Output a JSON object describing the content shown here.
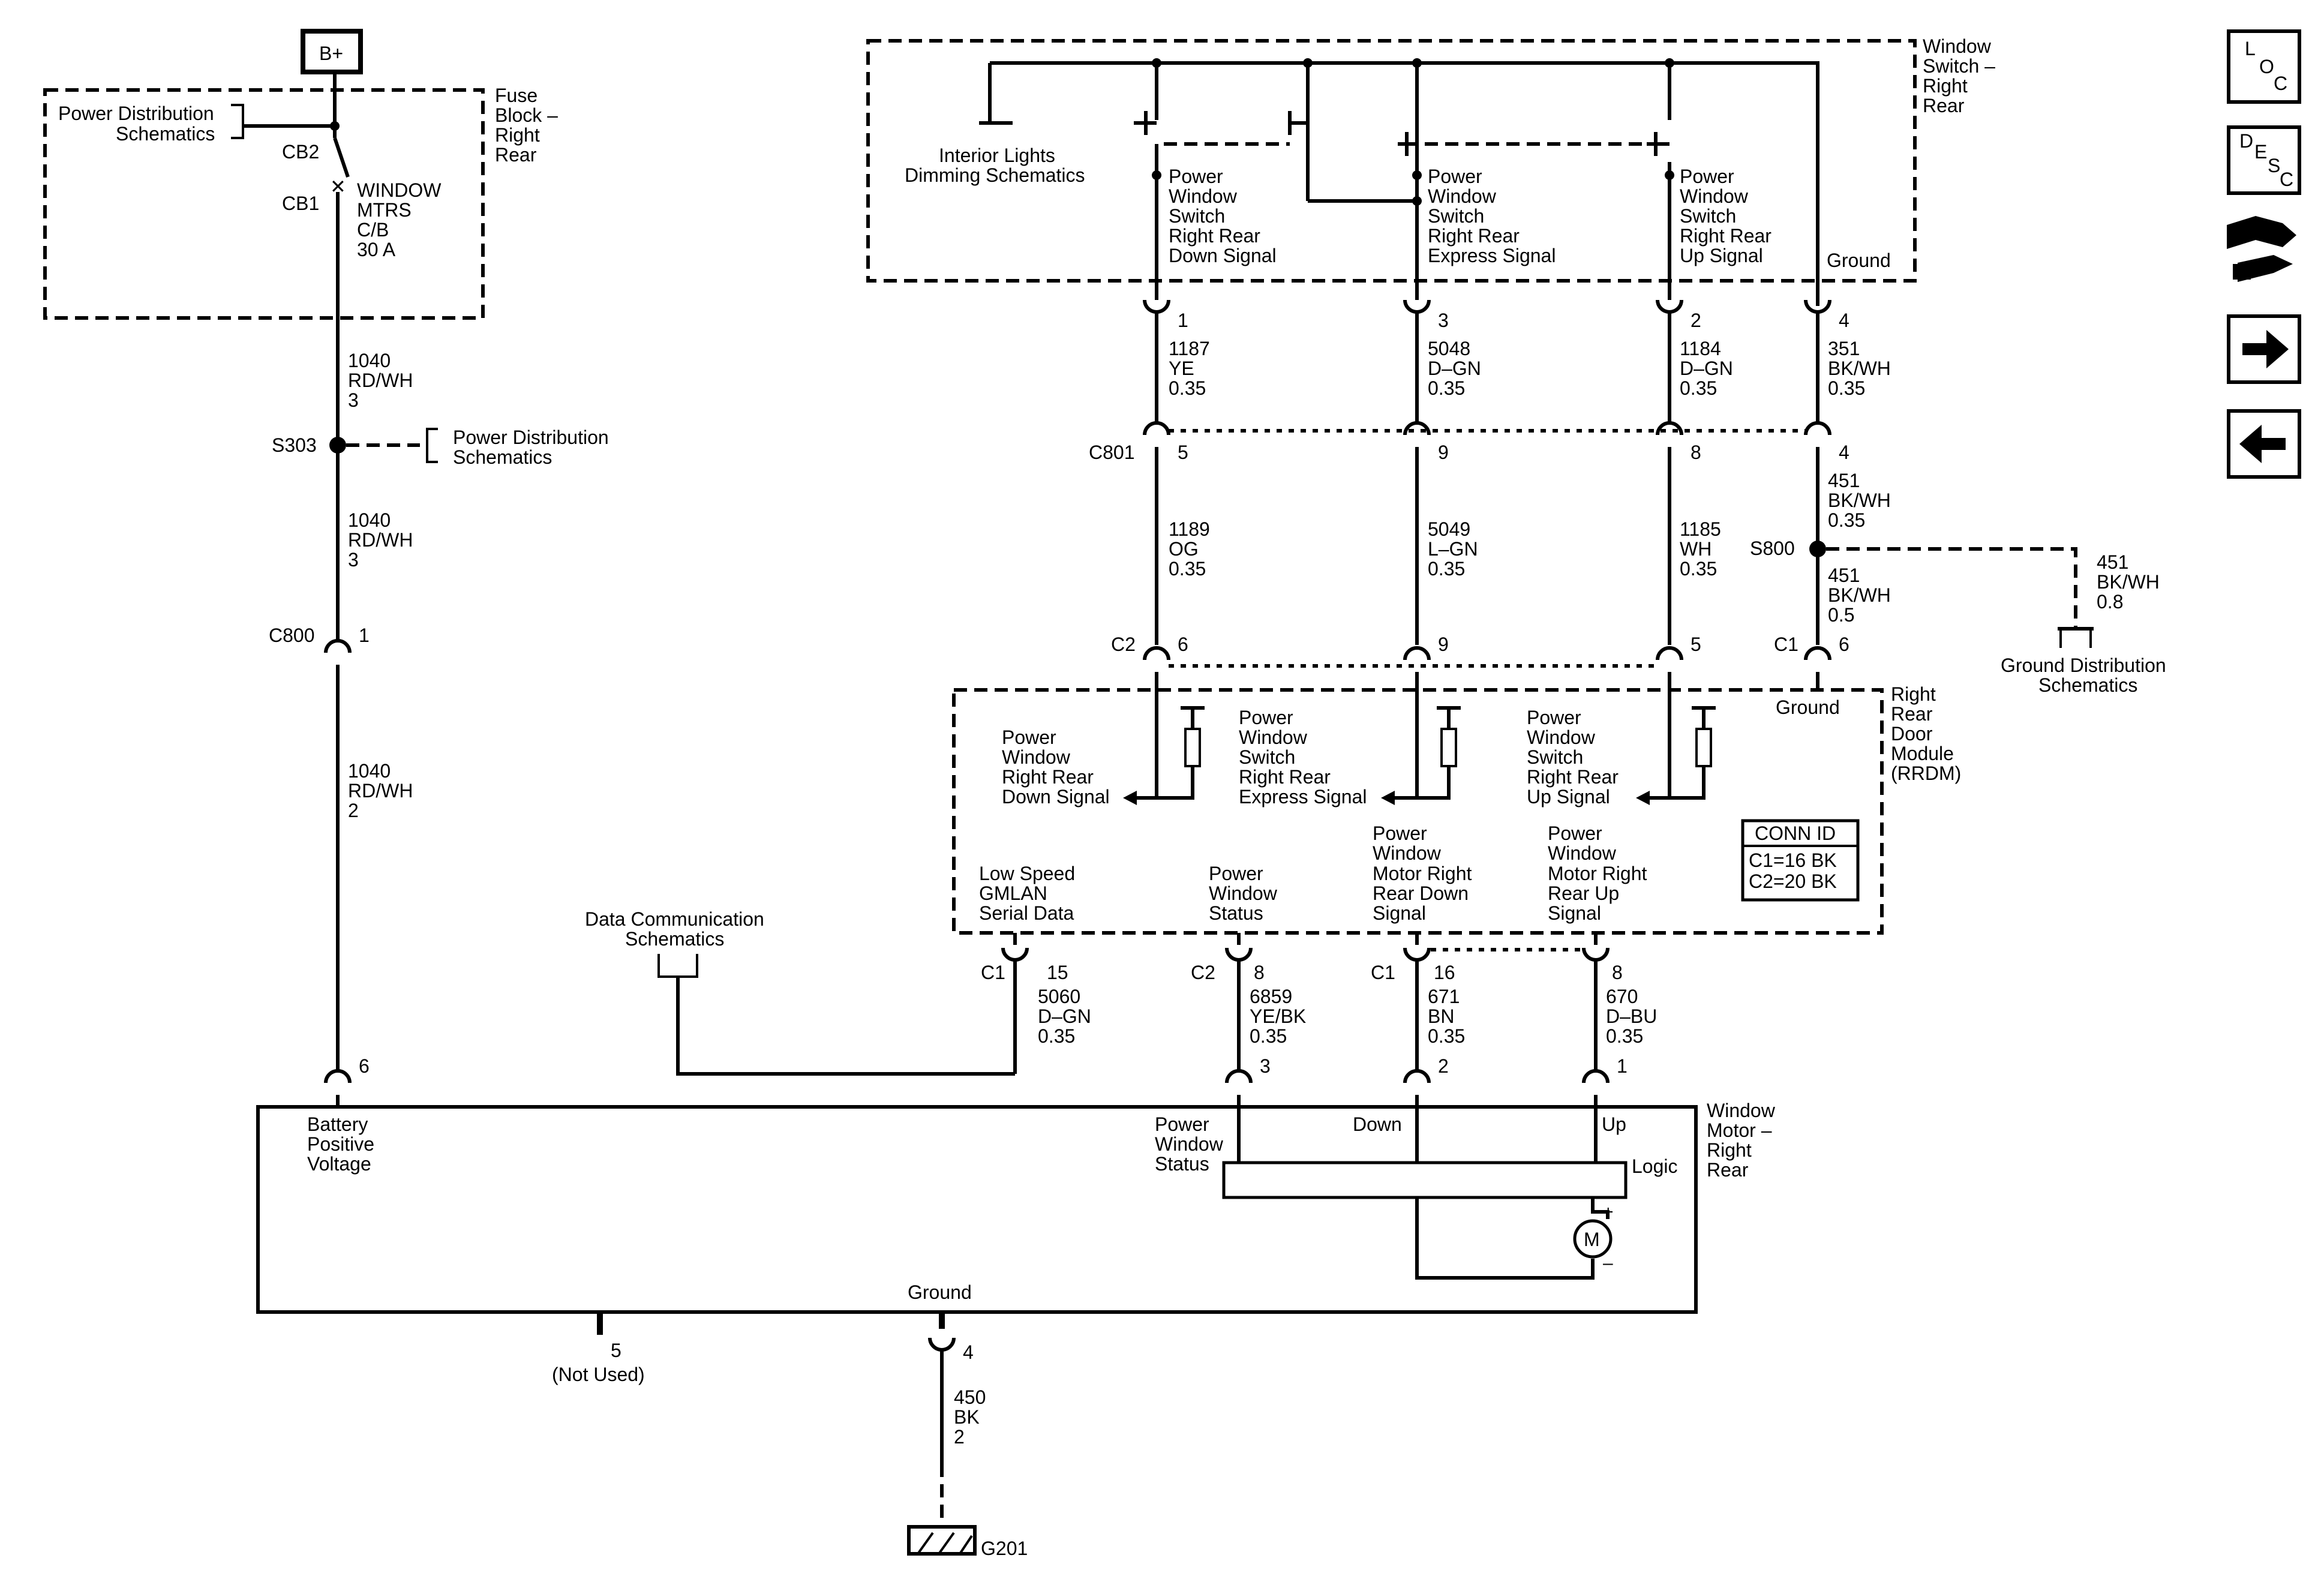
{
  "nav": {
    "loc": [
      "L",
      "O",
      "C"
    ],
    "desc": [
      "D",
      "E",
      "S",
      "C"
    ],
    "icons": [
      "loc-icon",
      "desc-icon",
      "repair-tool-icon",
      "arrow-right-icon",
      "arrow-left-icon"
    ]
  },
  "power": {
    "battery": "B+",
    "power_dist_1": [
      "Power Distribution",
      "Schematics"
    ],
    "cb2": "CB2",
    "cb1": "CB1",
    "fuse_block": [
      "Fuse",
      "Block –",
      "Right",
      "Rear"
    ],
    "breaker": [
      "WINDOW",
      "MTRS",
      "C/B",
      "30 A"
    ],
    "w1": [
      "1040",
      "RD/WH",
      "3"
    ],
    "s303": "S303",
    "power_dist_2": [
      "Power Distribution",
      "Schematics"
    ],
    "w2": [
      "1040",
      "RD/WH",
      "3"
    ],
    "c800": "C800",
    "c800_pin": "1",
    "w3": [
      "1040",
      "RD/WH",
      "2"
    ],
    "motor_pin": "6"
  },
  "switch": {
    "title": [
      "Window",
      "Switch –",
      "Right",
      "Rear"
    ],
    "interior": [
      "Interior Lights",
      "Dimming Schematics"
    ],
    "down": [
      "Power",
      "Window",
      "Switch",
      "Right Rear",
      "Down Signal"
    ],
    "express": [
      "Power",
      "Window",
      "Switch",
      "Right Rear",
      "Express Signal"
    ],
    "up": [
      "Power",
      "Window",
      "Switch",
      "Right Rear",
      "Up Signal"
    ],
    "ground": "Ground",
    "pins": [
      "1",
      "3",
      "2",
      "4"
    ]
  },
  "upper_wires": [
    [
      "1187",
      "YE",
      "0.35"
    ],
    [
      "5048",
      "D–GN",
      "0.35"
    ],
    [
      "1184",
      "D–GN",
      "0.35"
    ],
    [
      "351",
      "BK/WH",
      "0.35"
    ]
  ],
  "c801": {
    "label": "C801",
    "pins": [
      "5",
      "9",
      "8",
      "4"
    ]
  },
  "mid_wires": [
    [
      "1189",
      "OG",
      "0.35"
    ],
    [
      "5049",
      "L–GN",
      "0.35"
    ],
    [
      "1185",
      "WH",
      "0.35"
    ],
    [
      "451",
      "BK/WH",
      "0.35"
    ]
  ],
  "s800": {
    "label": "S800",
    "branch_wire": [
      "451",
      "BK/WH",
      "0.8"
    ],
    "ground_dist": [
      "Ground Distribution",
      "Schematics"
    ],
    "lower_wire": [
      "451",
      "BK/WH",
      "0.5"
    ]
  },
  "rrdm": {
    "c2": "C2",
    "c2_pins": [
      "6",
      "9",
      "5"
    ],
    "c1": "C1",
    "c1_pin": "6",
    "title": [
      "Right",
      "Rear",
      "Door",
      "Module",
      "(RRDM)"
    ],
    "ground": "Ground",
    "down": [
      "Power",
      "Window",
      "Right Rear",
      "Down Signal"
    ],
    "express": [
      "Power",
      "Window",
      "Switch",
      "Right Rear",
      "Express Signal"
    ],
    "up": [
      "Power",
      "Window",
      "Switch",
      "Right Rear",
      "Up Signal"
    ],
    "conn_id": [
      "CONN ID",
      "C1=16 BK",
      "C2=20 BK"
    ],
    "gmlan": [
      "Low Speed",
      "GMLAN",
      "Serial Data"
    ],
    "status": [
      "Power",
      "Window",
      "Status"
    ],
    "motor_down": [
      "Power",
      "Window",
      "Motor Right",
      "Rear Down",
      "Signal"
    ],
    "motor_up": [
      "Power",
      "Window",
      "Motor Right",
      "Rear Up",
      "Signal"
    ]
  },
  "lower": {
    "data_comm": [
      "Data Communication",
      "Schematics"
    ],
    "connectors": [
      {
        "conn": "C1",
        "pin": "15",
        "wire": [
          "5060",
          "D–GN",
          "0.35"
        ]
      },
      {
        "conn": "C2",
        "pin": "8",
        "wire": [
          "6859",
          "YE/BK",
          "0.35"
        ]
      },
      {
        "conn": "C1",
        "pin": "16",
        "wire": [
          "671",
          "BN",
          "0.35"
        ]
      },
      {
        "conn": "",
        "pin": "8",
        "wire": [
          "670",
          "D–BU",
          "0.35"
        ]
      }
    ],
    "motor_pins": [
      "3",
      "2",
      "1"
    ]
  },
  "motor": {
    "title": [
      "Window",
      "Motor –",
      "Right",
      "Rear"
    ],
    "battery": [
      "Battery",
      "Positive",
      "Voltage"
    ],
    "status": [
      "Power",
      "Window",
      "Status"
    ],
    "down": "Down",
    "up": "Up",
    "logic": "Logic",
    "m": "M",
    "plus": "+",
    "minus": "–",
    "ground": "Ground",
    "not_used_pin": "5",
    "not_used": "(Not Used)",
    "ground_pin": "4",
    "ground_wire": [
      "450",
      "BK",
      "2"
    ],
    "g201": "G201"
  }
}
